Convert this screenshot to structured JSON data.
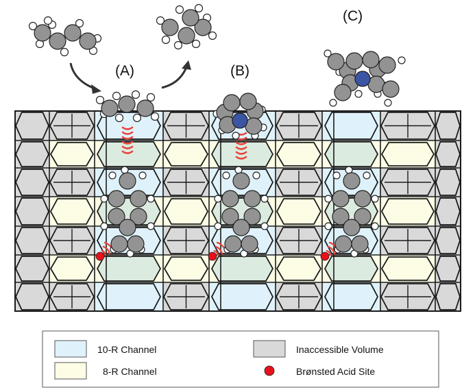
{
  "labels": {
    "A": "(A)",
    "B": "(B)",
    "C": "(C)"
  },
  "legend": {
    "ten_r": "10-R Channel",
    "eight_r": "8-R Channel",
    "inaccessible": "Inaccessible Volume",
    "acid": "Brønsted Acid Site"
  },
  "colors": {
    "ten_r": "#dff2fb",
    "eight_r": "#fdfde6",
    "inaccessible": "#d9d9d9",
    "intersection": "#dcebe0",
    "acid_site": "#e8101a",
    "carbon": "#939393",
    "hydrogen": "#ffffff",
    "nitrogen": "#3b55a4",
    "interaction": "#e8453c",
    "framework_line": "#1a1a1a"
  },
  "icons": [
    "curved-arrow-icon",
    "molecule-icon"
  ]
}
